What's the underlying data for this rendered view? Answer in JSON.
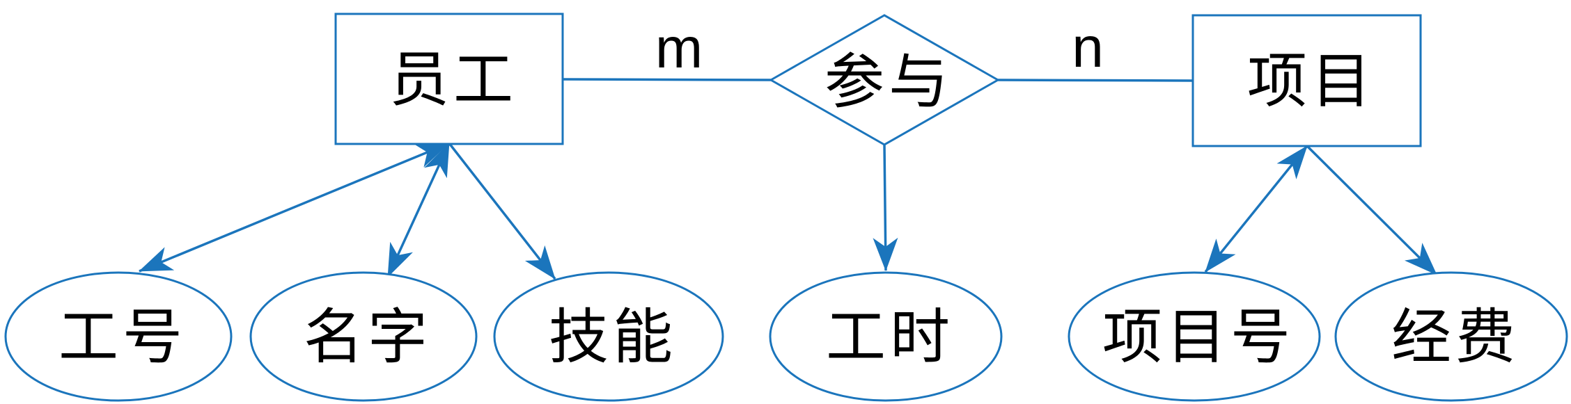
{
  "colors": {
    "diagram-blue": "#1b75bc",
    "text-color": "#000000",
    "canvas-bg": "#ffffff"
  },
  "diagram": {
    "type": "entity-relationship-diagram",
    "entities": [
      {
        "id": "employee",
        "label": "员工",
        "shape": "rectangle"
      },
      {
        "id": "project",
        "label": "项目",
        "shape": "rectangle"
      }
    ],
    "relationship": {
      "id": "participate",
      "label": "参与",
      "shape": "diamond",
      "cardinality_left": "m",
      "cardinality_right": "n"
    },
    "attributes": {
      "employee": [
        {
          "label": "工号",
          "shape": "ellipse"
        },
        {
          "label": "名字",
          "shape": "ellipse"
        },
        {
          "label": "技能",
          "shape": "ellipse"
        }
      ],
      "relationship": [
        {
          "label": "工时",
          "shape": "ellipse"
        }
      ],
      "project": [
        {
          "label": "项目号",
          "shape": "ellipse"
        },
        {
          "label": "经费",
          "shape": "ellipse"
        }
      ]
    }
  }
}
